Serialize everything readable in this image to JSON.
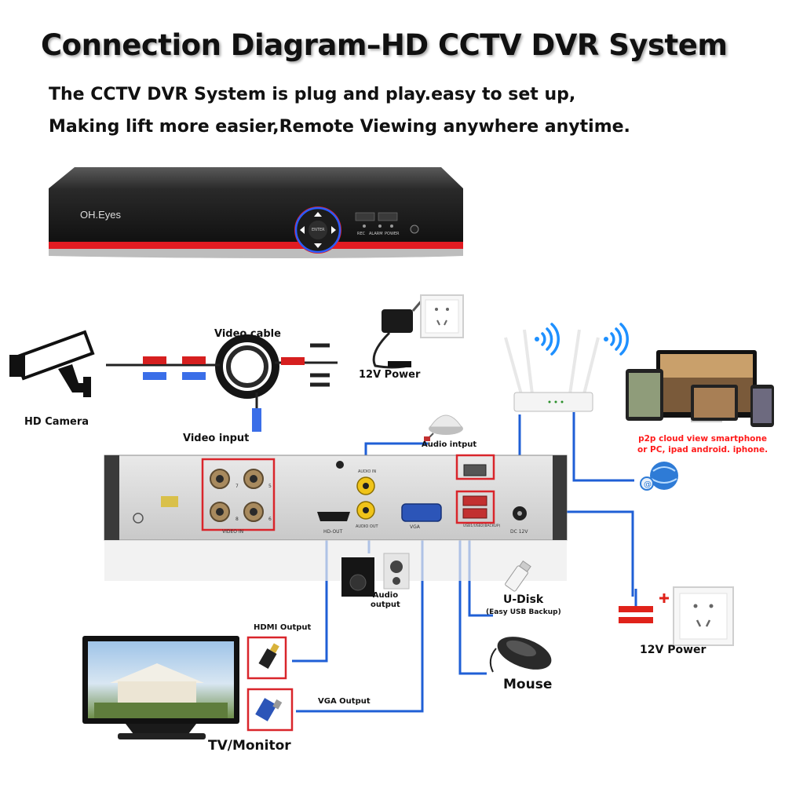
{
  "title": "Connection Diagram–HD CCTV DVR System",
  "subtitle_lines": [
    "The CCTV DVR System is plug and play.easy to set up,",
    "Making lift more easier,Remote Viewing anywhere anytime."
  ],
  "dvr_front": {
    "brand": "OH.Eyes",
    "enter_label": "ENTER",
    "indicators": [
      "REC",
      "ALARM",
      "POWER"
    ]
  },
  "rear_panel": {
    "video_in": "VIDEO IN",
    "audio_in": "AUDIO IN",
    "audio_out": "AUDIO OUT",
    "hdmi_out": "HD-OUT",
    "vga": "VGA",
    "dc": "DC 12V",
    "usb": "USB1/USB2(BACKUP)",
    "channel_numbers": [
      "7",
      "5",
      "8",
      "6"
    ]
  },
  "labels": {
    "video_cable": "Video cable",
    "hd_camera": "HD Camera",
    "video_input": "Video input",
    "power_top": "12V Power",
    "audio_input": "Audio intput",
    "audio_output": "Audio\noutput",
    "p2p": "p2p cloud view smartphone\nor PC, ipad android. iphone.",
    "udisk": "U-Disk",
    "udisk_note": "(Easy USB Backup)",
    "power_right": "12V Power",
    "mouse": "Mouse",
    "hdmi_output": "HDMI Output",
    "vga_output": "VGA Output",
    "tv_monitor": "TV/Monitor"
  },
  "colors": {
    "wire": "#1f5fd6",
    "highlight": "#d9252b",
    "dvr_red": "#e11b22",
    "wifi": "#1e90ff"
  }
}
